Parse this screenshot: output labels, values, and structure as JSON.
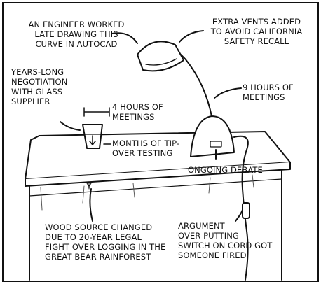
{
  "comic": {
    "annotations": {
      "engineer_curve": [
        "An engineer worked",
        "late drawing this",
        "curve in AutoCAD"
      ],
      "extra_vents": [
        "Extra vents added",
        "to avoid California",
        "safety recall"
      ],
      "glass_negotiation": [
        "Years-long",
        "negotiation",
        "with glass",
        "supplier"
      ],
      "meetings_4": [
        "4 hours of",
        "meetings"
      ],
      "meetings_9": [
        "9 hours of",
        "meetings"
      ],
      "tipover_testing": [
        "Months of tip-",
        "over testing"
      ],
      "ongoing_debate": [
        "Ongoing debate"
      ],
      "wood_source": [
        "Wood source changed",
        "due to 20-year legal",
        "fight over logging in the",
        "Great Bear Rainforest"
      ],
      "switch_argument": [
        "Argument",
        "over putting",
        "switch on cord got",
        "someone fired"
      ]
    }
  }
}
